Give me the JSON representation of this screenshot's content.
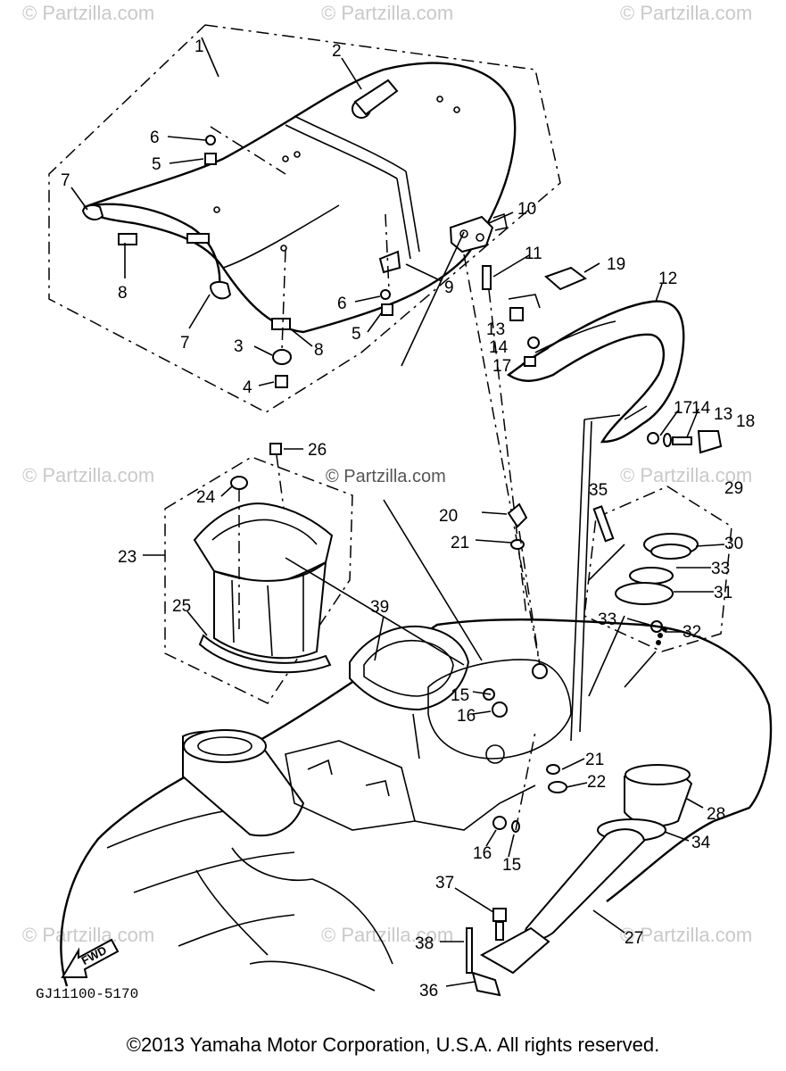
{
  "watermarks": [
    "© Partzilla.com",
    "© Partzilla.com",
    "© Partzilla.com",
    "© Partzilla.com",
    "© Partzilla.com",
    "© Partzilla.com",
    "© Partzilla.com",
    "© Partzilla.com",
    "© Partzilla.com"
  ],
  "center_watermark": "© Partzilla.com",
  "callouts": [
    "1",
    "2",
    "6",
    "5",
    "7",
    "8",
    "7",
    "3",
    "4",
    "8",
    "9",
    "6",
    "5",
    "10",
    "11",
    "19",
    "12",
    "13",
    "14",
    "17",
    "17",
    "14",
    "13",
    "18",
    "26",
    "24",
    "23",
    "25",
    "20",
    "21",
    "35",
    "29",
    "30",
    "33",
    "31",
    "33",
    "32",
    "39",
    "15",
    "16",
    "21",
    "22",
    "28",
    "16",
    "15",
    "34",
    "37",
    "38",
    "36",
    "27"
  ],
  "fwd_label": "FWD",
  "diagram_code": "GJ11100-5170",
  "copyright": "©2013 Yamaha Motor Corporation, U.S.A. All rights reserved."
}
